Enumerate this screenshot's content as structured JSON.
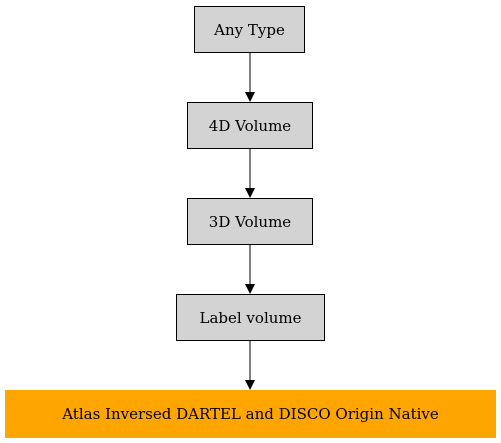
{
  "diagram": {
    "nodes": [
      {
        "id": "any-type",
        "label": "Any Type",
        "kind": "type"
      },
      {
        "id": "4d-volume",
        "label": "4D Volume",
        "kind": "type"
      },
      {
        "id": "3d-volume",
        "label": "3D Volume",
        "kind": "type"
      },
      {
        "id": "label-volume",
        "label": "Label volume",
        "kind": "type"
      },
      {
        "id": "atlas-inversed",
        "label": "Atlas Inversed DARTEL and DISCO Origin Native",
        "kind": "final"
      }
    ],
    "edges": [
      {
        "from": "any-type",
        "to": "4d-volume"
      },
      {
        "from": "4d-volume",
        "to": "3d-volume"
      },
      {
        "from": "3d-volume",
        "to": "label-volume"
      },
      {
        "from": "label-volume",
        "to": "atlas-inversed"
      }
    ],
    "colors": {
      "type_fill": "#d3d3d3",
      "final_fill": "#ffa500",
      "stroke": "#000000"
    }
  }
}
